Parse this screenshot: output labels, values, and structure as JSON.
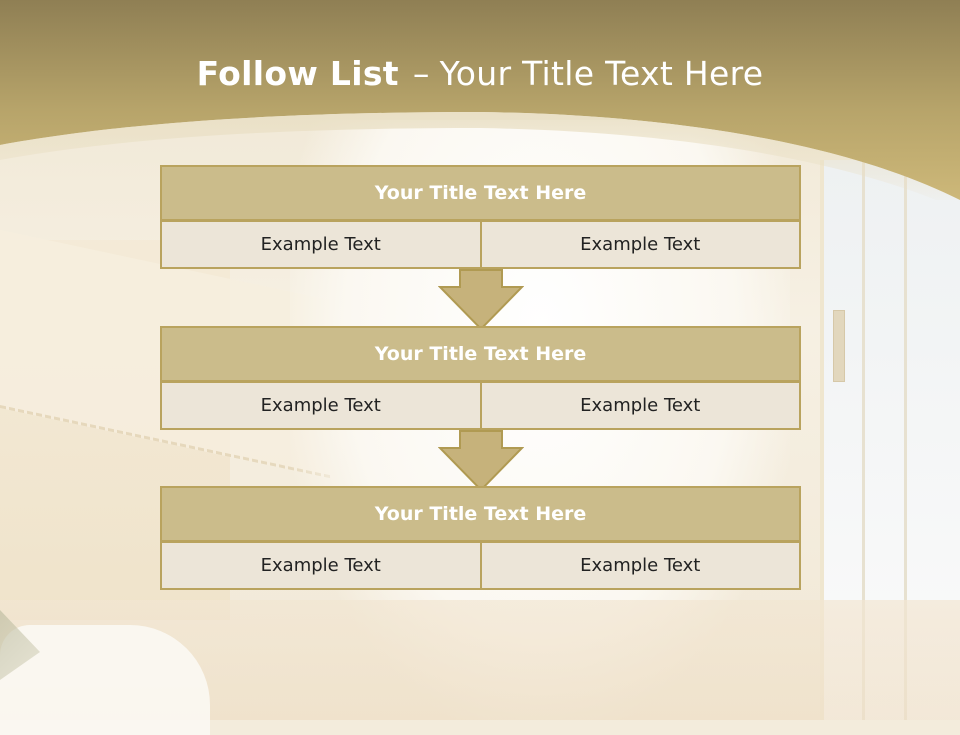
{
  "slide": {
    "title_strong": "Follow List",
    "title_separator": "–",
    "title_rest": "Your Title Text Here"
  },
  "steps": [
    {
      "title": "Your Title Text Here",
      "left": "Example Text",
      "right": "Example Text"
    },
    {
      "title": "Your Title Text Here",
      "left": "Example Text",
      "right": "Example Text"
    },
    {
      "title": "Your Title Text Here",
      "left": "Example Text",
      "right": "Example Text"
    }
  ],
  "colors": {
    "header_top": "#8f7f54",
    "header_bottom": "#c8b26b",
    "block_title_fill": "#cbbc8b",
    "block_border": "#b9a35e",
    "cell_fill": "#ece5d8"
  }
}
